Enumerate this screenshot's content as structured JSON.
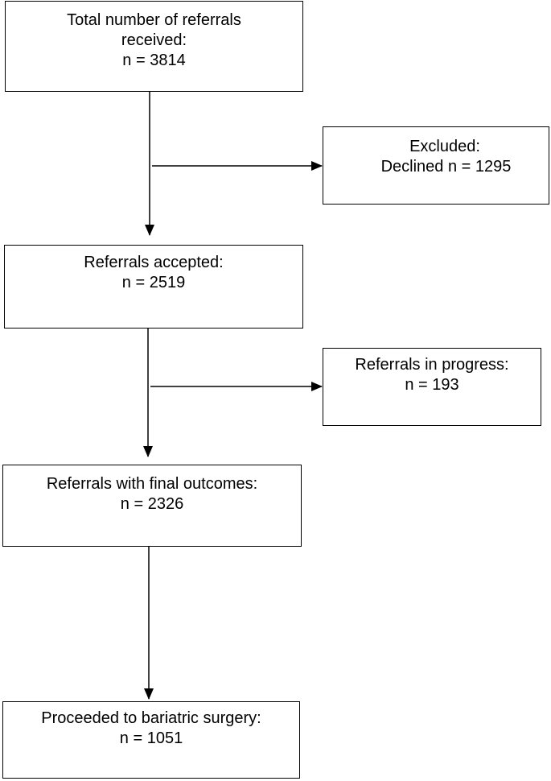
{
  "boxes": {
    "total": {
      "line1": "Total number of referrals",
      "line2": "received:",
      "line3": "n = 3814"
    },
    "excluded": {
      "line1": "Excluded:",
      "line2": "Declined n = 1295"
    },
    "accepted": {
      "line1": "Referrals accepted:",
      "line2": "n = 2519"
    },
    "in_progress": {
      "line1": "Referrals in progress:",
      "line2": "n = 193"
    },
    "final_outcomes": {
      "line1": "Referrals with final outcomes:",
      "line2": "n = 2326"
    },
    "surgery": {
      "line1": "Proceeded to bariatric surgery:",
      "line2": "n = 1051"
    }
  }
}
